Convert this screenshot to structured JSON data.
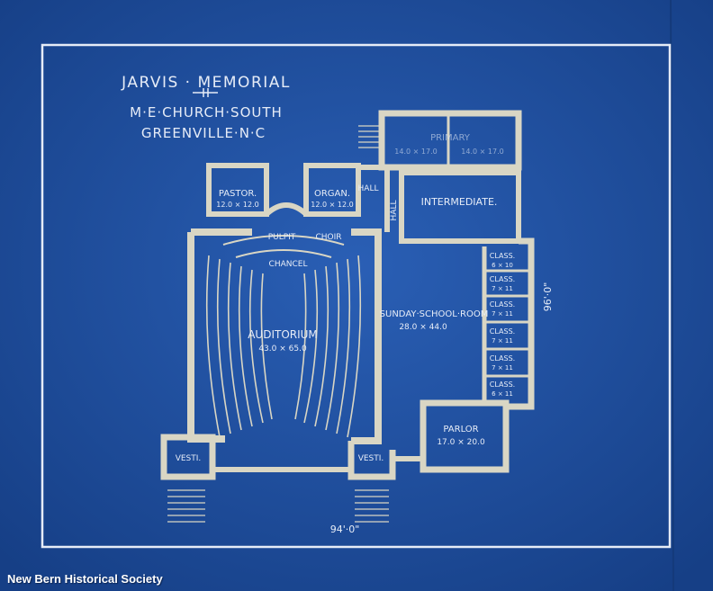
{
  "title": {
    "line1": "JARVIS · MEMORIAL",
    "line2": "M·E·CHURCH·SOUTH",
    "line3": "GREENVILLE·N·C"
  },
  "rooms": {
    "pastor": "PASTOR.",
    "pastor_dim": "12.0 × 12.0",
    "organ": "ORGAN.",
    "organ_dim": "12.0 × 12.0",
    "hall": "HALL",
    "hall_side": "HALL",
    "pulpit": "PULPIT",
    "choir": "CHOIR",
    "chancel": "CHANCEL",
    "auditorium": "AUDITORIUM",
    "auditorium_dim": "43.0 × 65.0",
    "primary": "PRIMARY",
    "primary_dim_a": "14.0 × 17.0",
    "primary_dim_b": "14.0 × 17.0",
    "intermediate": "INTERMEDIATE.",
    "sunday_school": "SUNDAY·SCHOOL·ROOM",
    "sunday_school_dim": "28.0 × 44.0",
    "parlor": "PARLOR",
    "parlor_dim": "17.0 × 20.0",
    "vesti_left": "VESTI.",
    "vesti_right": "VESTI."
  },
  "classes": [
    {
      "label": "CLASS.",
      "dim": "6 × 10"
    },
    {
      "label": "CLASS.",
      "dim": "7 × 11"
    },
    {
      "label": "CLASS.",
      "dim": "7 × 11"
    },
    {
      "label": "CLASS.",
      "dim": "7 × 11"
    },
    {
      "label": "CLASS.",
      "dim": "7 × 11"
    },
    {
      "label": "CLASS.",
      "dim": "6 × 11"
    }
  ],
  "dimensions": {
    "width": "94'·0\"",
    "height": "96'·0\""
  },
  "credit": "New Bern Historical Society",
  "colors": {
    "paper": "#1c4ea0",
    "ink": "#e6ecf7",
    "wall": "#d9d6c4"
  }
}
